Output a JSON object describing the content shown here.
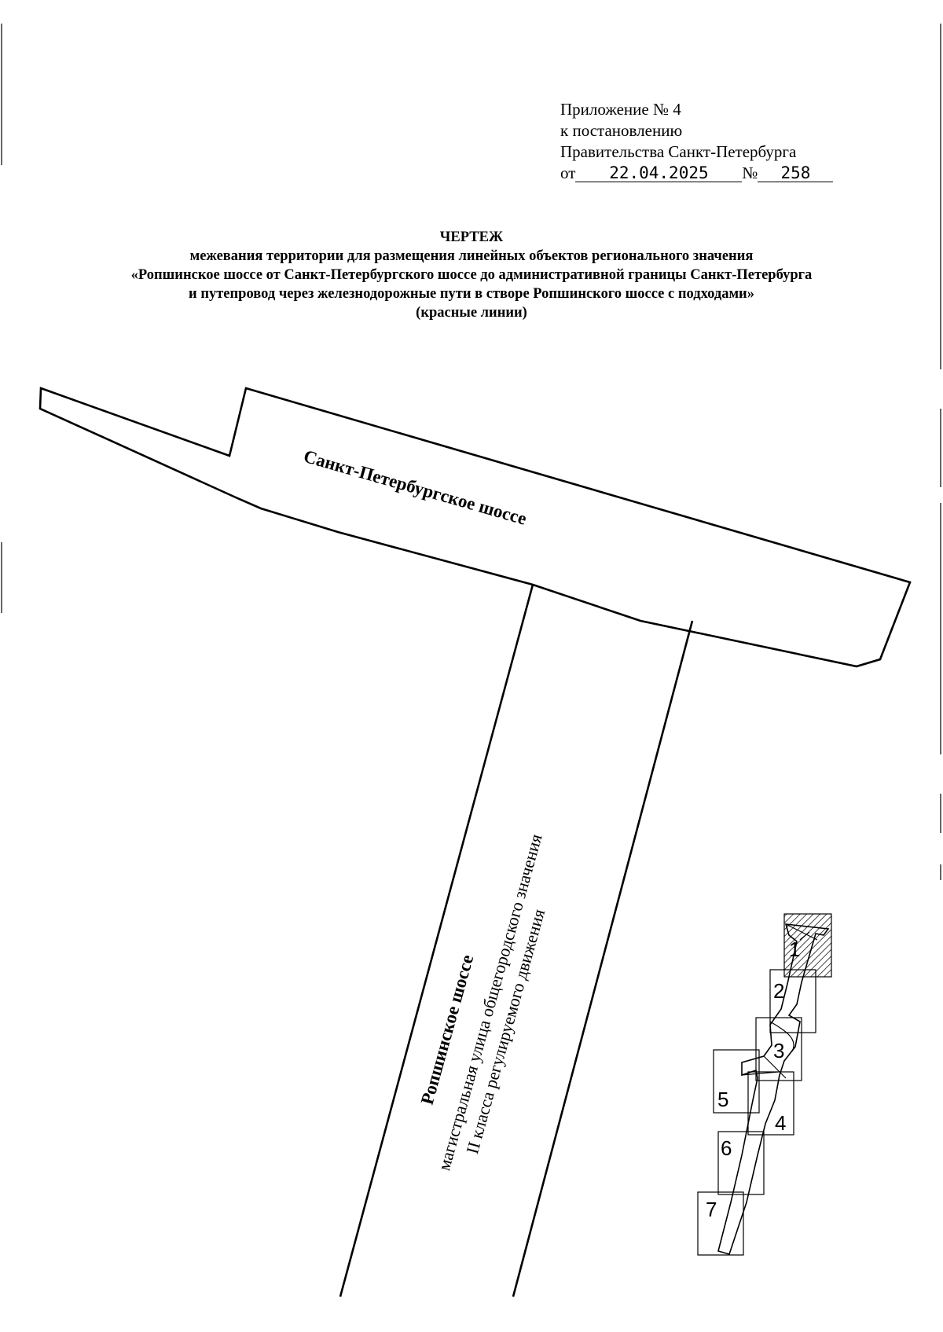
{
  "appendix": {
    "line1": "Приложение № 4",
    "line2": "к постановлению",
    "line3": "Правительства Санкт-Петербурга",
    "date_prefix": "от",
    "date": "22.04.2025",
    "number_prefix": "№",
    "number": "258"
  },
  "title": {
    "heading": "ЧЕРТЕЖ",
    "line1": "межевания территории для размещения линейных объектов регионального значения",
    "line2": "«Ропшинское шоссе от Санкт-Петербургского шоссе до административной границы Санкт-Петербурга",
    "line3": "и путепровод через железнодорожные пути в створе Ропшинского шоссе с подходами»",
    "line4": "(красные линии)"
  },
  "map": {
    "road_top_name": "Санкт-Петербургское шоссе",
    "road_main_name": "Ропшинское шоссе",
    "road_main_desc1": "магистральная улица общегородского значения",
    "road_main_desc2": "II класса регулируемого движения"
  },
  "key_map": {
    "sheets": [
      "1",
      "2",
      "3",
      "4",
      "5",
      "6",
      "7"
    ],
    "highlighted_sheet": "1"
  }
}
